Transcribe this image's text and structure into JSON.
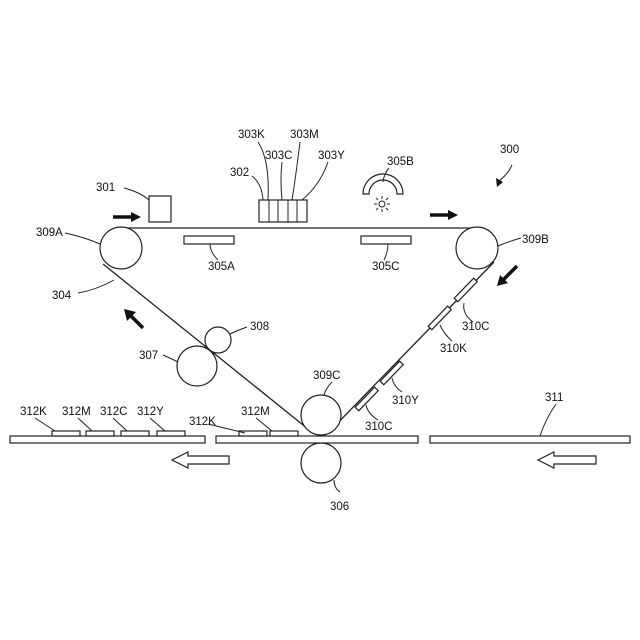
{
  "labels": {
    "system": "300",
    "unit301": "301",
    "head302": "302",
    "head303K": "303K",
    "head303C": "303C",
    "head303M": "303M",
    "head303Y": "303Y",
    "lamp305B": "305B",
    "belt304": "304",
    "heater305A": "305A",
    "heater305C": "305C",
    "roller309A": "309A",
    "roller309B": "309B",
    "roller309C": "309C",
    "roller306": "306",
    "roller307": "307",
    "roller308": "308",
    "pad310K": "310K",
    "pad310C_upper": "310C",
    "pad310Y": "310Y",
    "pad310C_lower": "310C",
    "medium311": "311",
    "img312K_left": "312K",
    "img312M_left": "312M",
    "img312C_left": "312C",
    "img312Y_left": "312Y",
    "img312K_mid": "312K",
    "img312M_mid": "312M"
  },
  "colors": {
    "line": "#222222",
    "arrow": "#111111"
  }
}
